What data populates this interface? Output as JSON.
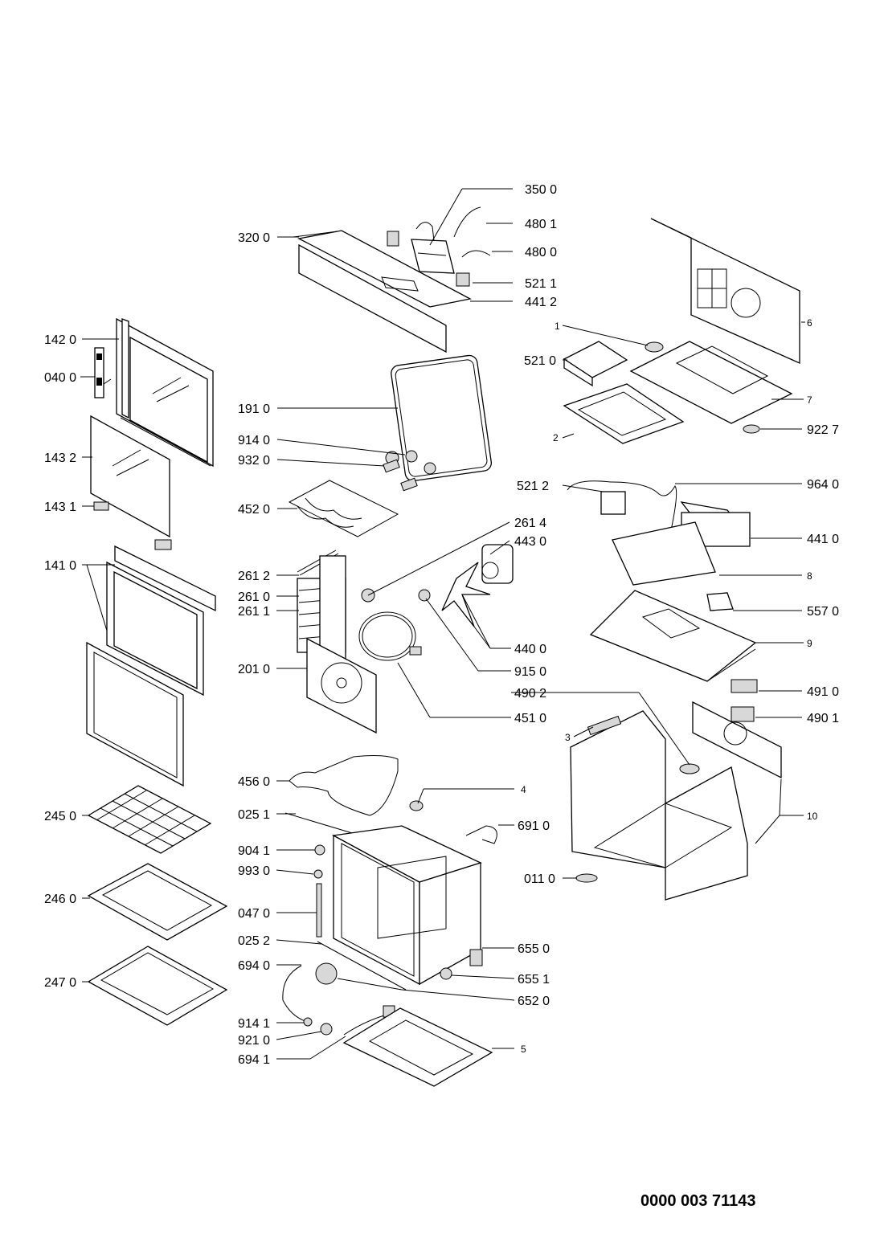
{
  "drawing_number": "0000 003 71143",
  "callouts": {
    "c3500": "350 0",
    "c4801": "480 1",
    "c3200": "320 0",
    "c4800": "480 0",
    "c5211": "521 1",
    "c4412": "441 2",
    "c1420": "142 0",
    "c0400": "040 0",
    "c1": "1",
    "c6": "6",
    "c5210": "521 0",
    "c7": "7",
    "c1910": "191 0",
    "c9227": "922 7",
    "c2": "2",
    "c9140": "914 0",
    "c1432": "143 2",
    "c9320": "932 0",
    "c5212": "521 2",
    "c9640": "964 0",
    "c1431": "143 1",
    "c4520": "452 0",
    "c2614": "261 4",
    "c4430": "443 0",
    "c4410": "441 0",
    "c1410": "141 0",
    "c2612": "261 2",
    "c8": "8",
    "c2610": "261 0",
    "c2611": "261 1",
    "c5570": "557 0",
    "c4400": "440 0",
    "c9": "9",
    "c2010": "201 0",
    "c9150": "915 0",
    "c4902": "490 2",
    "c4910": "491 0",
    "c4510": "451 0",
    "c4901": "490 1",
    "c3": "3",
    "c4560": "456 0",
    "c4": "4",
    "c2450": "245 0",
    "c0251": "025 1",
    "c10": "10",
    "c6910": "691 0",
    "c9041": "904 1",
    "c9930": "993 0",
    "c0110": "011 0",
    "c2460": "246 0",
    "c0470": "047 0",
    "c0252": "025 2",
    "c6550": "655 0",
    "c6940": "694 0",
    "c6551": "655 1",
    "c2470": "247 0",
    "c6520": "652 0",
    "c9141": "914 1",
    "c9210": "921 0",
    "c5": "5",
    "c6941": "694 1"
  }
}
